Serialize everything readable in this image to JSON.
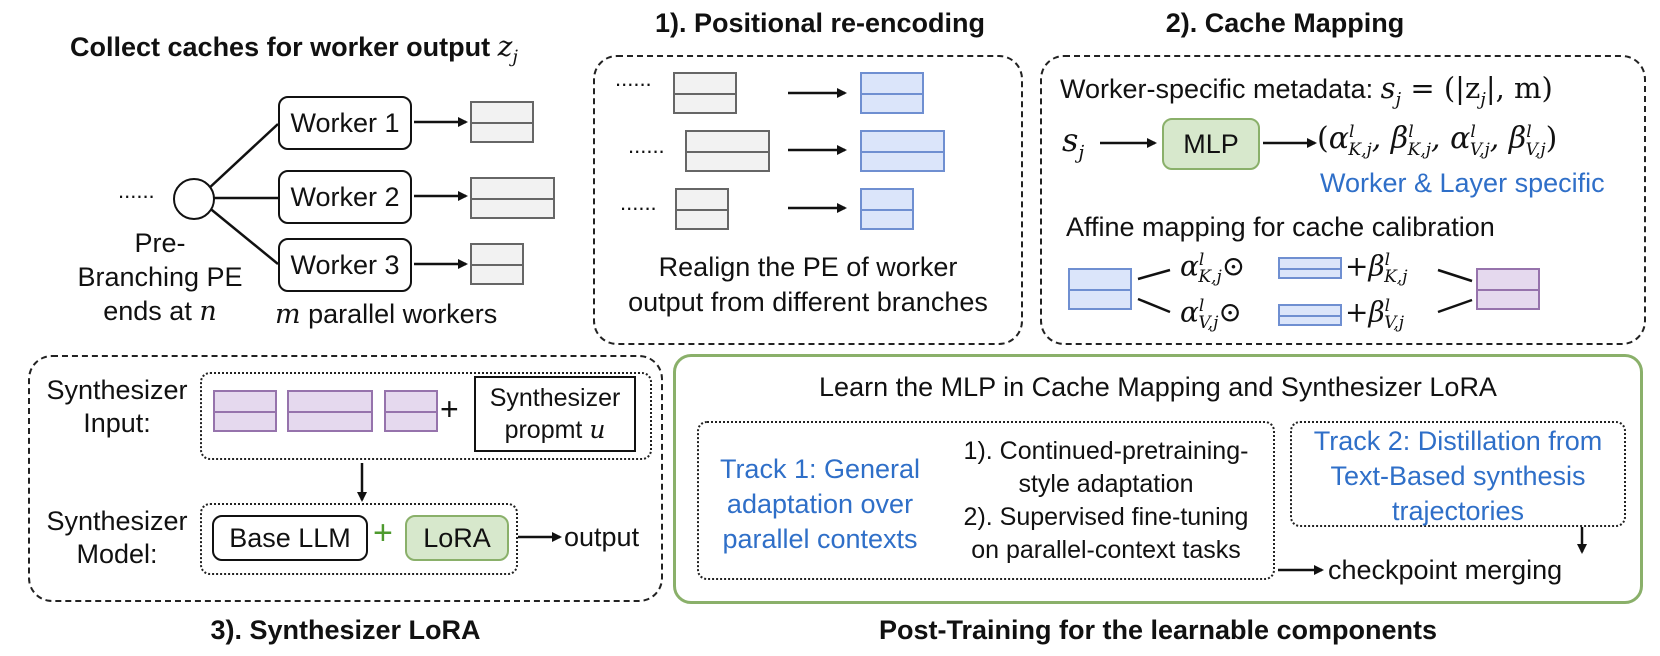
{
  "panel_collect": {
    "title": "Collect caches for worker output",
    "title_var": "z",
    "title_sub": "j",
    "dots": "......",
    "workers": [
      "Worker 1",
      "Worker 2",
      "Worker 3"
    ],
    "prebranch_line1": "Pre-",
    "prebranch_line2": "Branching PE",
    "prebranch_line3": "ends at",
    "prebranch_var": "n",
    "parallel_var": "m",
    "parallel_label": "parallel workers"
  },
  "panel_positional": {
    "title": "1). Positional re-encoding",
    "dots": "......",
    "caption_line1": "Realign the PE of worker",
    "caption_line2": "output from different branches"
  },
  "panel_mapping": {
    "title": "2). Cache Mapping",
    "metadata_label": "Worker-specific metadata:",
    "metadata_formula": "s",
    "metadata_formula_rest": " = (|z",
    "metadata_formula_end": "|, m)",
    "s_var": "s",
    "mlp_label": "MLP",
    "mlp_output": "(α, β, α, β)",
    "worker_layer_specific": "Worker & Layer specific",
    "affine_label": "Affine mapping for cache calibration",
    "alpha_k": "α",
    "alpha_v": "α",
    "beta_k": "+β",
    "beta_v": "+β",
    "odot": "⊙"
  },
  "panel_lora": {
    "title": "3). Synthesizer LoRA",
    "input_label_1": "Synthesizer",
    "input_label_2": "Input:",
    "plus": "+",
    "prompt_line1": "Synthesizer",
    "prompt_line2": "propmt",
    "prompt_var": "u",
    "model_label_1": "Synthesizer",
    "model_label_2": "Model:",
    "base_llm": "Base LLM",
    "lora": "LoRA",
    "output": "output"
  },
  "panel_posttrain": {
    "title": "Post-Training for the learnable components",
    "heading": "Learn the MLP in Cache Mapping and Synthesizer LoRA",
    "track1_line1": "Track 1: General",
    "track1_line2": "adaptation over",
    "track1_line3": "parallel contexts",
    "step1_line1": "1). Continued-pretraining-",
    "step1_line2": "style adaptation",
    "step2_line1": "2). Supervised fine-tuning",
    "step2_line2": "on parallel-context tasks",
    "track2_line1": "Track 2: Distillation from",
    "track2_line2": "Text-Based synthesis",
    "track2_line3": "trajectories",
    "merge": "checkpoint merging"
  },
  "colors": {
    "accent_blue": "#2f6fc8",
    "cache_blue": "#dbe5fa",
    "cache_purple": "#e5d9ee",
    "cache_gray": "#f2f2f2",
    "green_fill": "#d7e8cc",
    "green_border": "#8ab06a"
  }
}
